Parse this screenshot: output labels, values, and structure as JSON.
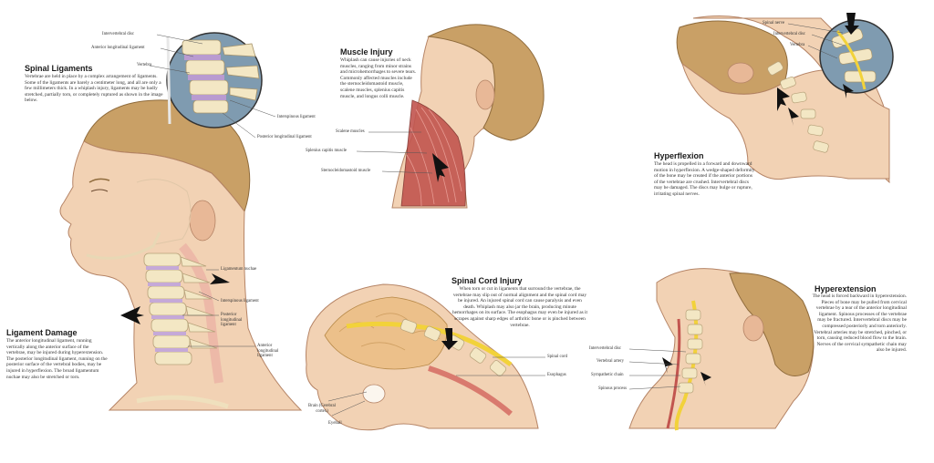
{
  "sections": {
    "spinal_ligaments": {
      "title": "Spinal Ligaments",
      "text": "Vertebrae are held in place by a complex arrangement of ligaments. Some of the ligaments are barely a centimeter long, and all are only a few millimeters thick. In a whiplash injury, ligaments may be badly stretched, partially torn, or completely ruptured as shown in the image below."
    },
    "muscle_injury": {
      "title": "Muscle Injury",
      "text": "Whiplash can cause injuries of neck muscles, ranging from minor strains and microhemorrhages to severe tears. Commonly affected muscles include the sternocleidomastoid muscle, scalene muscles, splenius capitis muscle, and longus colli muscle."
    },
    "hyperflexion": {
      "title": "Hyperflexion",
      "text": "The head is propelled in a forward and downward motion in hyperflexion. A wedge-shaped deformity of the bone may be created if the anterior portions of the vertebrae are crushed. Intervertebral discs may be damaged. The discs may bulge or rupture, irritating spinal nerves."
    },
    "ligament_damage": {
      "title": "Ligament Damage",
      "text": "The anterior longitudinal ligament, running vertically along the anterior surface of the vertebrae, may be injured during hyperextension. The posterior longitudinal ligament, running on the posterior surface of the vertebral bodies, may be injured in hyperflexion. The broad ligamentum nuchae may also be stretched or torn."
    },
    "spinal_cord_injury": {
      "title": "Spinal Cord Injury",
      "text": "When torn or cut in ligaments that surround the vertebrae, the vertebrae may slip out of normal alignment and the spinal cord may be injured. An injured spinal cord can cause paralysis and even death. Whiplash may also jar the brain, producing minute hemorrhages on its surface. The esophagus may even be injured as it scrapes against sharp edges of arthritic bone or is pinched between vertebrae."
    },
    "hyperextension": {
      "title": "Hyperextension",
      "text": "The head is forced backward in hyperextension. Pieces of bone may be pulled from cervical vertebrae by a tear of the anterior longitudinal ligament. Spinous processes of the vertebrae may be fractured. Intervertebral discs may be compressed posteriorly and torn anteriorly. Vertebral arteries may be stretched, pinched, or torn, causing reduced blood flow to the brain. Nerves of the cervical sympathetic chain may also be injured."
    }
  },
  "labels": {
    "intervertebral_disc_1": "Intervertebral disc",
    "anterior_longitudinal_ligament_1": "Anterior longitudinal ligament",
    "vertebra_1": "Vertebra",
    "interspinous_ligament_1": "Interspinous ligament",
    "posterior_longitudinal_ligament_1": "Posterior longitudinal ligament",
    "ligamentum_nuchae": "Ligamentum nuchae",
    "interspinous_ligament_2": "Interspinous ligament",
    "posterior_longitudinal_ligament_2": "Posterior longitudinal ligament",
    "anterior_longitudinal_ligament_2": "Anterior longitudinal ligament",
    "scalene_muscles": "Scalene muscles",
    "splenius_capitis_muscle": "Splenius capitis muscle",
    "sternocleidomastoid_muscle": "Sternocleidomastoid muscle",
    "spinal_nerve": "Spinal nerve",
    "intervertebral_disc_2": "Intervertebral disc",
    "vertebra_2": "Vertebra",
    "spinal_cord": "Spinal cord",
    "esophagus": "Esophagus",
    "brain": "Brain (Cerebral cortex)",
    "eyeball": "Eyeball",
    "intervertebral_disc_3": "Intervertebral disc",
    "vertebral_artery": "Vertebral artery",
    "sympathetic_chain": "Sympathetic chain",
    "spinous_process": "Spinous process"
  },
  "colors": {
    "skin": "#f2d2b4",
    "skin_shade": "#d9a98a",
    "hair": "#c9a066",
    "bone": "#f3e7c4",
    "muscle": "#c2554f",
    "nerve": "#f2d23a",
    "magnifier_bg": "#7f9bb0"
  }
}
